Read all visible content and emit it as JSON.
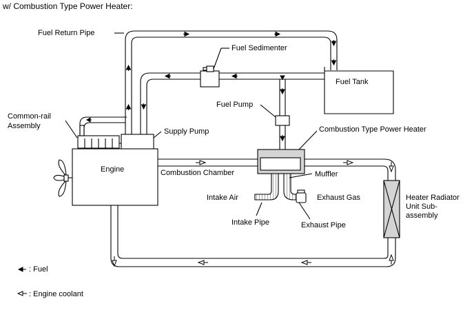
{
  "header": "w/ Combustion Type Power Heater:",
  "labels": {
    "fuel_return_pipe": "Fuel Return Pipe",
    "fuel_sedimenter": "Fuel Sedimenter",
    "fuel_tank": "Fuel Tank",
    "fuel_pump": "Fuel Pump",
    "common_rail_1": "Common-rail",
    "common_rail_2": "Assembly",
    "supply_pump": "Supply Pump",
    "combustion_heater": "Combustion Type Power Heater",
    "engine": "Engine",
    "combustion_chamber": "Combustion Chamber",
    "muffler": "Muffler",
    "intake_air": "Intake Air",
    "exhaust_gas": "Exhaust Gas",
    "intake_pipe": "Intake Pipe",
    "exhaust_pipe": "Exhaust Pipe",
    "heater_radiator_1": "Heater Radiator",
    "heater_radiator_2": "Unit Sub-",
    "heater_radiator_3": "assembly"
  },
  "legend": {
    "fuel": ": Fuel",
    "coolant": ": Engine coolant"
  }
}
